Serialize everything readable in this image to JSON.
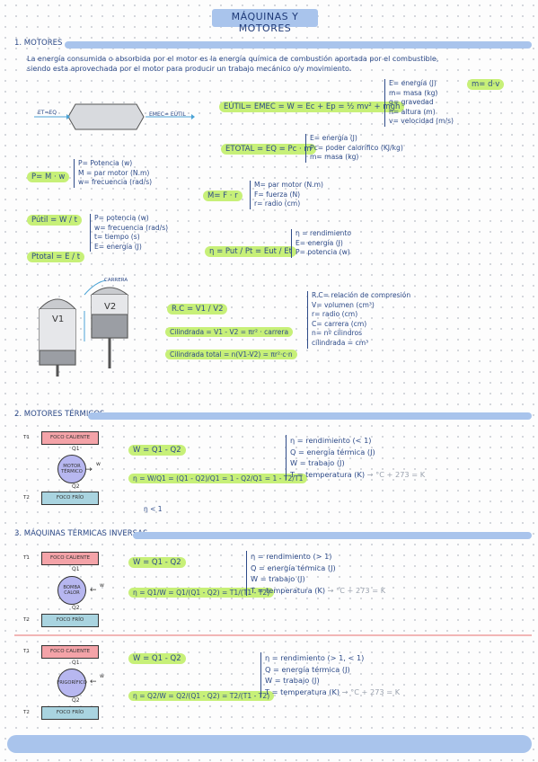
{
  "title": "MÁQUINAS Y MOTORES",
  "sections": {
    "s1": "1. MOTORES",
    "s2": "2. MOTORES TÉRMICOS",
    "s3": "3. MÁQUINAS TÉRMICAS INVERSAS"
  },
  "intro": {
    "line1": "La energía consumida o absorbida por el motor es la energía química de combustión aportada por el combustible,",
    "line2": "siendo esta aprovechada por el motor para producir un trabajo mecánico o/y movimiento."
  },
  "motor_diagram": {
    "in_label": "ET=EQ",
    "out_label": "EMEC= EÚTIL"
  },
  "formulas1": {
    "eutil": "EÚTIL= EMEC = W = Ec + Ep = ½ mv² + mgh",
    "etotal": "ETOTAL = EQ = Pc · m",
    "mdv": "m= d·v",
    "pmw": "P= M · w",
    "mfr": "M= F · r",
    "putil": "Pútil = W / t",
    "ptotal": "Ptotal = E / t",
    "eta": "η = Put / Pt = Eut / Et"
  },
  "defs": {
    "eutil": [
      "E= energía (J)",
      "m= masa (kg)",
      "g= gravedad",
      "h= altura (m)",
      "v= velocidad (m/s)"
    ],
    "etotal": [
      "E= energía (J)",
      "Pc= poder calorífico (KJ/kg)",
      "m= masa (kg)"
    ],
    "pmw": [
      "P= Potencia (w)",
      "M = par motor (N.m)",
      "w= frecuencia (rad/s)"
    ],
    "mfr": [
      "M= par motor (N.m)",
      "F= fuerza (N)",
      "r= radio (cm)"
    ],
    "pot": [
      "P= potencia (w)",
      "w= frecuencia (rad/s)",
      "t= tiempo (s)",
      "E= energía (J)"
    ],
    "eta": [
      "η = rendimiento",
      "E= energía (J)",
      "P= potencia (w)"
    ],
    "cyl": [
      "R.C= relación de compresión",
      "V= volumen (cm³)",
      "r= radio (cm)",
      "C= carrera (cm)",
      "n= nº cilindros",
      "cilindrada = cm³"
    ]
  },
  "cylinder": {
    "v1": "V1",
    "v2": "V2",
    "carrera": "CARRERA",
    "rc": "R.C = V1 / V2",
    "cil": "Cilindrada = V1 - V2 = πr² · carrera",
    "cil_total": "Cilindrada total = n(V1-V2) = πr²·c·n"
  },
  "thermal": {
    "foco_caliente": "FOCO CALIENTE",
    "foco_frio": "FOCO FRÍO",
    "t1": "T1",
    "t2": "T2",
    "q1": "Q1",
    "q2": "Q2",
    "w": "w",
    "motor_label": "MOTOR TÉRMICO",
    "w_formula": "W = Q1 - Q2",
    "eta_formula": "η = W/Q1 = (Q1 - Q2)/Q1 = 1 - Q2/Q1 = 1 - T2/T1",
    "eta_note": "η < 1",
    "defs": [
      "η = rendimiento (< 1)",
      "Q = energía térmica (J)",
      "W = trabajo (J)",
      "T = temperatura (K)"
    ],
    "conv": "→ °C + 273 = K"
  },
  "inverse1": {
    "device": "BOMBA CALOR",
    "w_formula": "W = Q1 - Q2",
    "eta_formula": "η = Q1/W = Q1/(Q1 - Q2) = T1/(T1 - T2)",
    "defs": [
      "η = rendimiento (> 1)",
      "Q = energía térmica (J)",
      "W = trabajo (J)",
      "T = temperatura (K)"
    ],
    "conv": "→ °C + 273 = K"
  },
  "inverse2": {
    "device": "FRIGORÍFICO",
    "w_formula": "W = Q1 - Q2",
    "eta_formula": "η = Q2/W = Q2/(Q1 - Q2) = T2/(T1 - T2)",
    "defs": [
      "η = rendimiento (> 1, < 1)",
      "Q = energía térmica (J)",
      "W = trabajo (J)",
      "T = temperatura (K)"
    ],
    "conv": "→ °C + 273 = K"
  }
}
